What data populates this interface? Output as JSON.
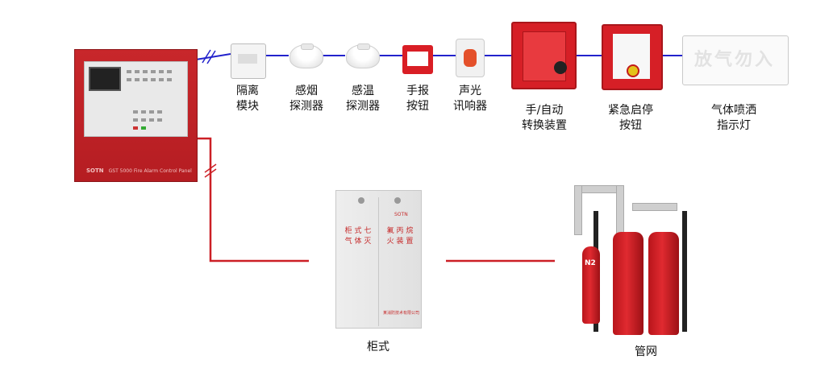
{
  "controller": {
    "brand_mark": "SOTN",
    "name_plate": "GST 5000  Fire Alarm Control Panel"
  },
  "devices": [
    {
      "id": "isolation-module",
      "label": "隔离\n模块"
    },
    {
      "id": "smoke-detector",
      "label": "感烟\n探测器"
    },
    {
      "id": "heat-detector",
      "label": "感温\n探测器"
    },
    {
      "id": "manual-call-point",
      "label": "手报\n按钮"
    },
    {
      "id": "sounder-strobe",
      "label": "声光\n讯响器"
    },
    {
      "id": "manual-auto-switch",
      "label": "手/自动\n转换装置"
    },
    {
      "id": "emergency-stop-button",
      "label": "紧急启停\n按钮"
    },
    {
      "id": "gas-release-sign",
      "label": "气体喷洒\n指示灯",
      "sign_text": "放气勿入"
    }
  ],
  "systems": {
    "cabinet": {
      "label": "柜式",
      "door_text_left": "柜 式 七\n气 体 灭",
      "door_text_right": "氟 丙 烷\n火 装 置",
      "brand": "SOTN",
      "footer": "某消防技术有限公司"
    },
    "pipe_network": {
      "label": "管网",
      "cylinder_tag": "N2"
    }
  },
  "colors": {
    "bus_line": "#2222cc",
    "drive_line": "#cc1f25",
    "device_red": "#d61f26"
  }
}
